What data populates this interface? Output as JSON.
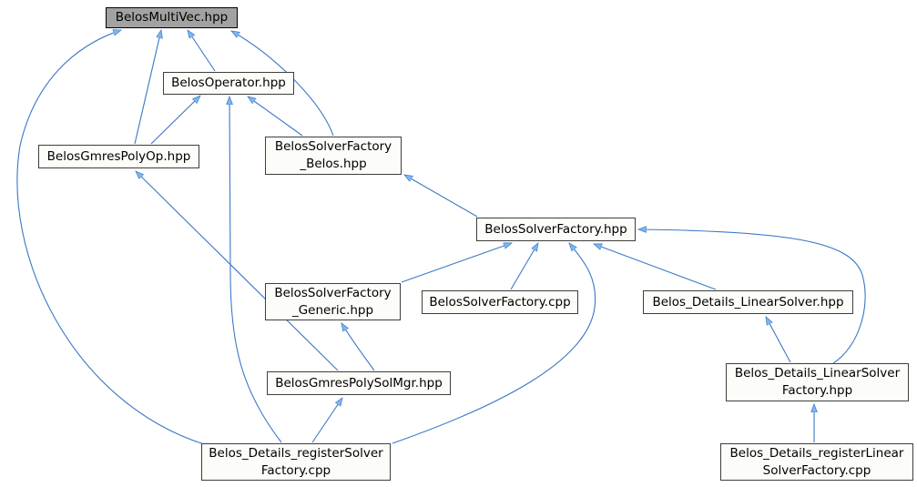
{
  "diagram": {
    "type": "include-dependency-graph",
    "colors": {
      "background": "#ffffff",
      "edge": "#3a78c5",
      "arrowhead_fill": "#7eb6ee",
      "node_fill": "#fcfcf8",
      "node_border": "#3e3e3e",
      "highlight_node_fill": "#a2a2a2",
      "text": "#000000"
    },
    "nodes": [
      {
        "id": "multivec",
        "label": "BelosMultiVec.hpp",
        "line2": "",
        "highlight": true
      },
      {
        "id": "operator",
        "label": "BelosOperator.hpp",
        "line2": "",
        "highlight": false
      },
      {
        "id": "polyop",
        "label": "BelosGmresPolyOp.hpp",
        "line2": "",
        "highlight": false
      },
      {
        "id": "sfbelos",
        "label": "BelosSolverFactory",
        "line2": "_Belos.hpp",
        "highlight": false
      },
      {
        "id": "sfhpp",
        "label": "BelosSolverFactory.hpp",
        "line2": "",
        "highlight": false
      },
      {
        "id": "sfgeneric",
        "label": "BelosSolverFactory",
        "line2": "_Generic.hpp",
        "highlight": false
      },
      {
        "id": "sfcpp",
        "label": "BelosSolverFactory.cpp",
        "line2": "",
        "highlight": false
      },
      {
        "id": "dlinear",
        "label": "Belos_Details_LinearSolver.hpp",
        "line2": "",
        "highlight": false
      },
      {
        "id": "solmgr",
        "label": "BelosGmresPolySolMgr.hpp",
        "line2": "",
        "highlight": false
      },
      {
        "id": "lsfactory",
        "label": "Belos_Details_LinearSolver",
        "line2": "Factory.hpp",
        "highlight": false
      },
      {
        "id": "regsolver",
        "label": "Belos_Details_registerSolver",
        "line2": "Factory.cpp",
        "highlight": false
      },
      {
        "id": "reglinear",
        "label": "Belos_Details_registerLinear",
        "line2": "SolverFactory.cpp",
        "highlight": false
      }
    ],
    "edges": [
      {
        "from": "regsolver",
        "to": "multivec"
      },
      {
        "from": "polyop",
        "to": "multivec"
      },
      {
        "from": "operator",
        "to": "multivec"
      },
      {
        "from": "sfbelos",
        "to": "multivec"
      },
      {
        "from": "polyop",
        "to": "operator"
      },
      {
        "from": "regsolver",
        "to": "operator"
      },
      {
        "from": "sfbelos",
        "to": "operator"
      },
      {
        "from": "sfhpp",
        "to": "sfbelos"
      },
      {
        "from": "sfgeneric",
        "to": "sfhpp"
      },
      {
        "from": "sfcpp",
        "to": "sfhpp"
      },
      {
        "from": "regsolver",
        "to": "sfhpp"
      },
      {
        "from": "dlinear",
        "to": "sfhpp"
      },
      {
        "from": "lsfactory",
        "to": "sfhpp"
      },
      {
        "from": "solmgr",
        "to": "sfgeneric"
      },
      {
        "from": "solmgr",
        "to": "polyop"
      },
      {
        "from": "regsolver",
        "to": "solmgr"
      },
      {
        "from": "lsfactory",
        "to": "dlinear"
      },
      {
        "from": "reglinear",
        "to": "lsfactory"
      }
    ]
  }
}
